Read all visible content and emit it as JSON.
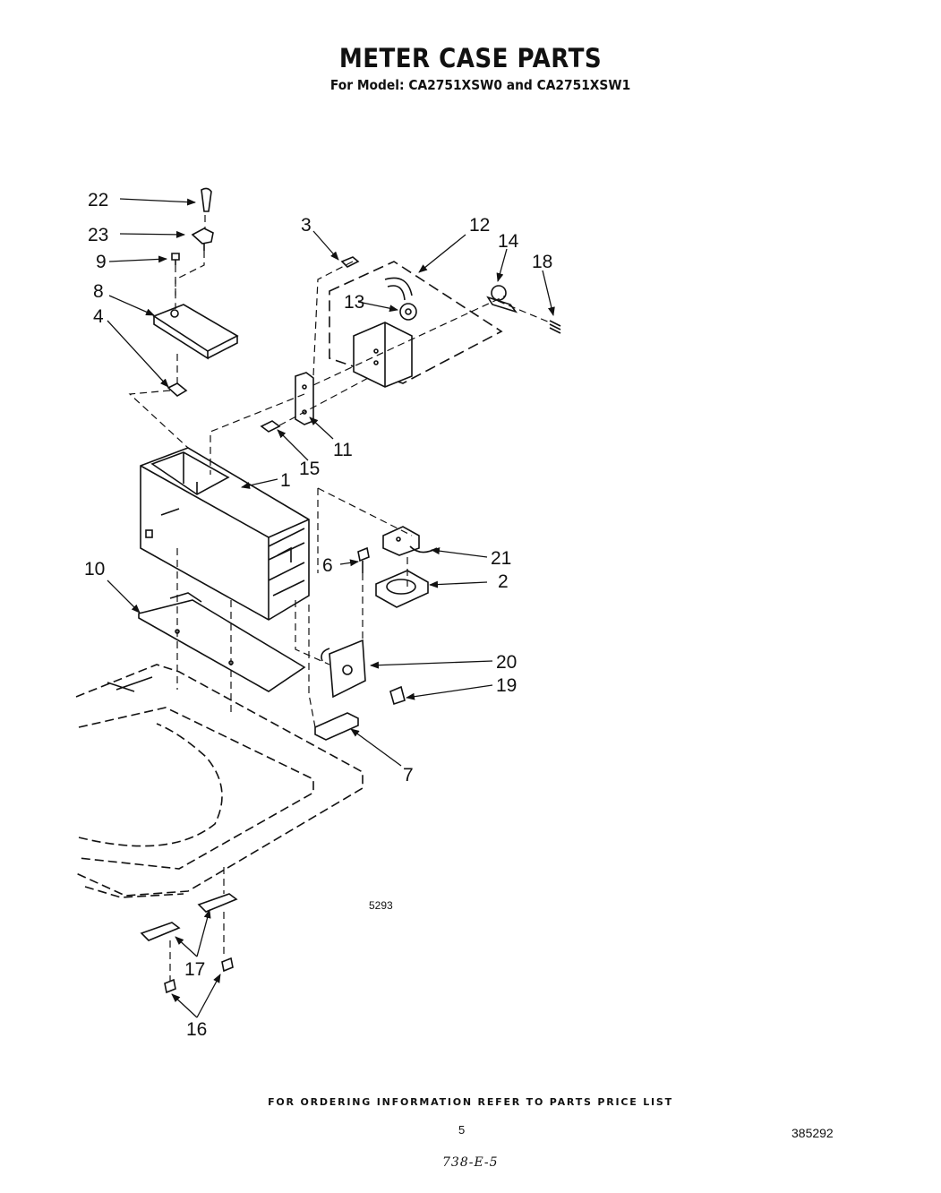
{
  "header": {
    "title": "METER CASE PARTS",
    "subtitle": "For Model: CA2751XSW0 and CA2751XSW1"
  },
  "callouts": {
    "c22": "22",
    "c23": "23",
    "c9": "9",
    "c8": "8",
    "c4": "4",
    "c3": "3",
    "c12": "12",
    "c14": "14",
    "c18": "18",
    "c13": "13",
    "c11": "11",
    "c15": "15",
    "c1": "1",
    "c21": "21",
    "c6": "6",
    "c2": "2",
    "c10": "10",
    "c20": "20",
    "c19": "19",
    "c7": "7",
    "c17": "17",
    "c16": "16"
  },
  "figure_id": "5293",
  "footer": {
    "note": "FOR ORDERING INFORMATION REFER TO PARTS PRICE LIST",
    "page_number": "5",
    "document_number": "385292",
    "handwritten": "738-E-5"
  }
}
